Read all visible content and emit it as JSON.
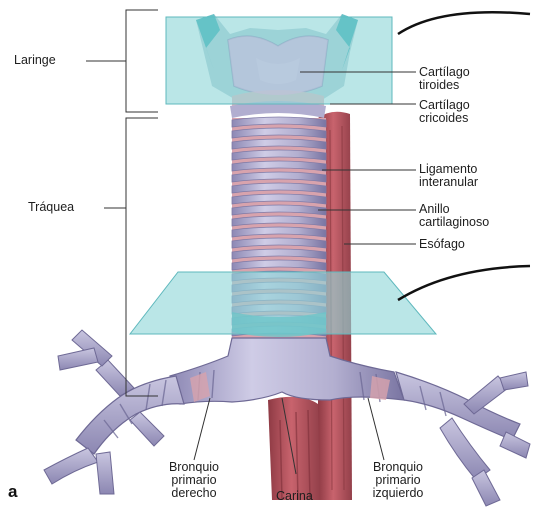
{
  "figure": {
    "panel_letter": "a",
    "labels": {
      "laringe": "Laringe",
      "traquea": "Tráquea",
      "cartilago_tiroides": [
        "Cartílago",
        "tiroides"
      ],
      "cartilago_cricoides": [
        "Cartílago",
        "cricoides"
      ],
      "ligamento_interanular": [
        "Ligamento",
        "interanular"
      ],
      "anillo_cartilaginoso": [
        "Anillo",
        "cartilaginoso"
      ],
      "esofago": "Esófago",
      "bronquio_derecho": [
        "Bronquio",
        "primario",
        "derecho"
      ],
      "carina": "Carina",
      "bronquio_izquierdo": [
        "Bronquio",
        "primario",
        "izquierdo"
      ]
    }
  },
  "colors": {
    "cartilage": "#b9b6d4",
    "cartilage_dark": "#7f7aa6",
    "ligament": "#d8a3ad",
    "esophagus": "#b8525c",
    "esophagus_dark": "#8e3a44",
    "section_plane": "#8fd6d8",
    "leader_line": "#333333"
  }
}
